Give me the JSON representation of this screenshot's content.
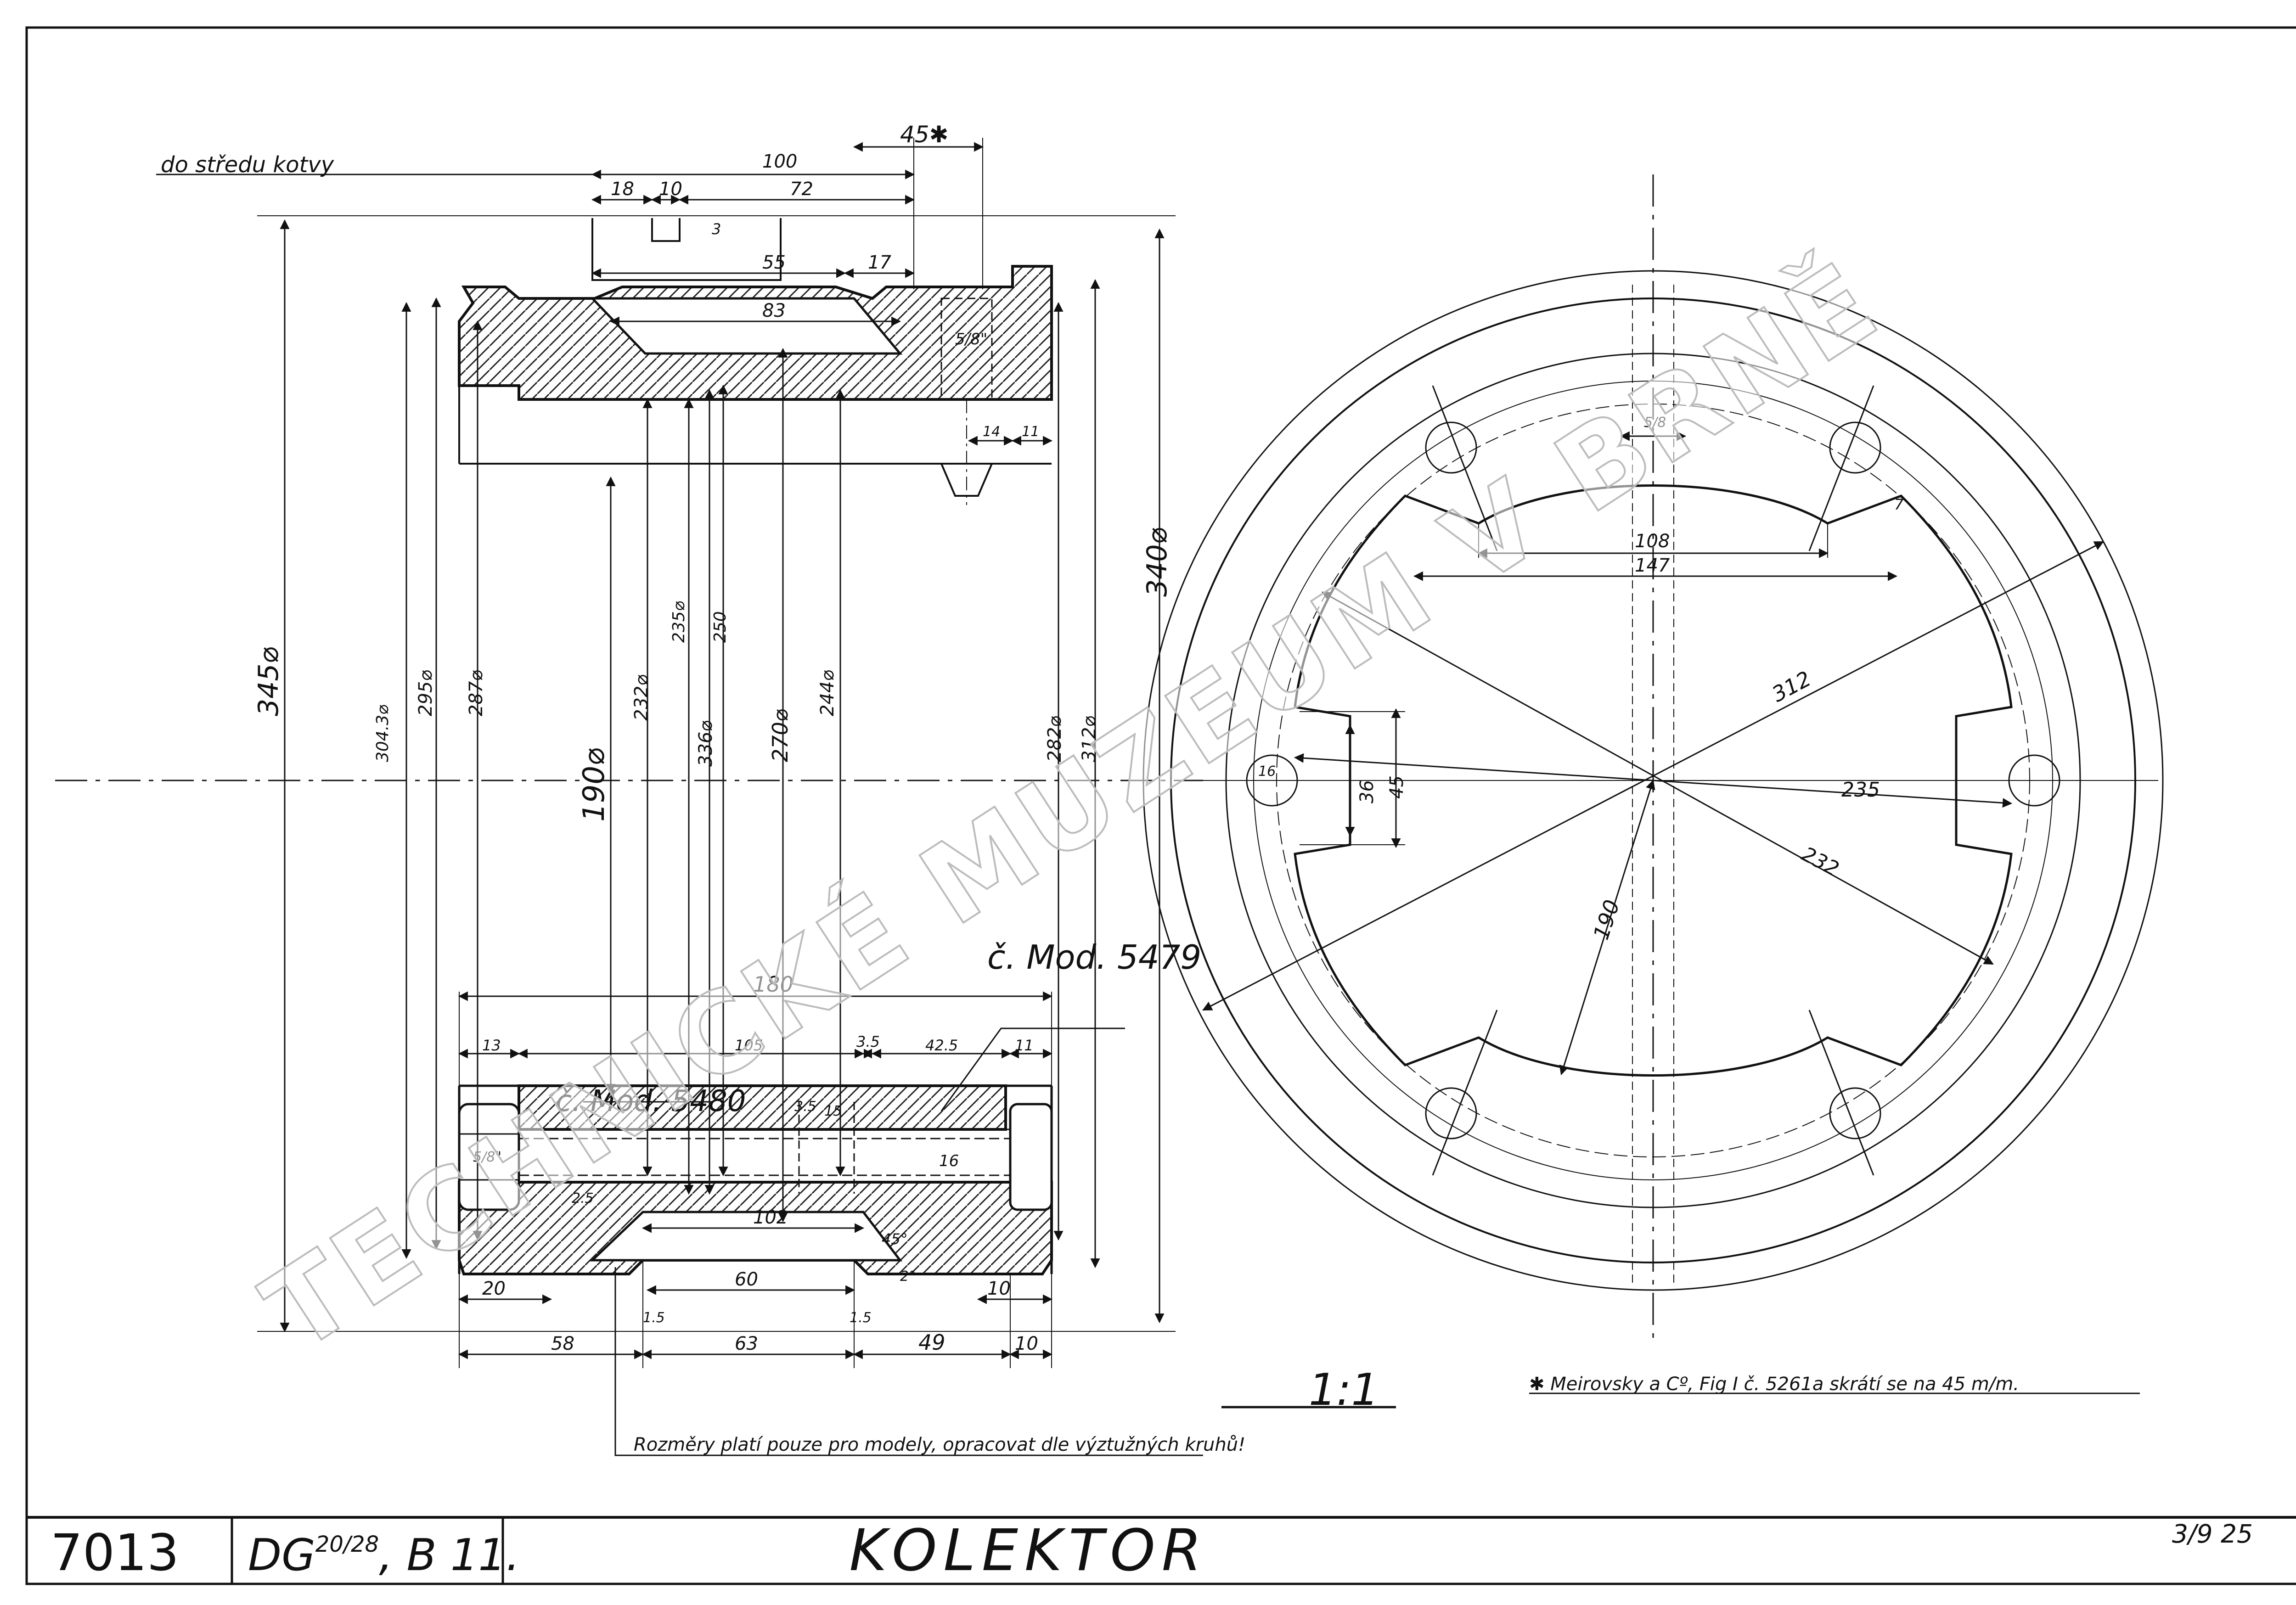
{
  "title_block": {
    "drawing_number": "7013",
    "type_code": "DG",
    "type_sup": "20/28",
    "type_rest": ", B 11.",
    "title": "KOLEKTOR",
    "date": "3/9 25"
  },
  "scale": "1:1",
  "watermark": "TECHNICKÉ MUZEUM V BRNĚ",
  "notes": {
    "top_left": "do středu kotvy",
    "footnote": "✱ Meirovsky a Cº, Fig I č. 5261a  skrátí se na 45 m/m.",
    "bottom": "Rozměry platí pouze pro modely, opracovat dle výztužných kruhů!"
  },
  "model_labels": {
    "upper": "č. Mod. 5479",
    "lower": "č. Mod. 5480"
  },
  "dims_section": {
    "top_100": "100",
    "top_45": "45✱",
    "d18": "18",
    "d10": "10",
    "d72": "72",
    "d3": "3",
    "d55": "55",
    "d17": "17",
    "d83": "83",
    "d5_8": "5/8\"",
    "d14": "14",
    "d11a": "11",
    "d345": "345⌀",
    "d304": "304.3⌀",
    "d295": "295⌀",
    "d287": "287⌀",
    "d190": "190⌀",
    "d232": "232⌀",
    "d2354": "235⌀",
    "d250": "250",
    "d336": "336⌀",
    "d270": "270⌀",
    "d244": "244⌀",
    "d282": "282⌀",
    "d312": "312⌀",
    "d340": "340⌀",
    "d180": "180",
    "d13": "13",
    "d105": "105",
    "d3_5a": "3.5",
    "d42_5": "42.5",
    "d11b": "11",
    "d3_5b": "3.5",
    "d15": "15",
    "d16": "16",
    "d5_8b": "5/8\"",
    "d2_5": "2.5",
    "d102": "102",
    "d45deg": "45°",
    "d2deg": "2°",
    "d20": "20",
    "d60": "60",
    "d1_5a": "1.5",
    "d1_5b": "1.5",
    "d10a": "10",
    "d58": "58",
    "d63": "63",
    "d49": "49",
    "d10b": "10"
  },
  "dims_circle": {
    "c5_8": "5/8",
    "c108": "108",
    "c147": "147",
    "c7": "7",
    "c312": "312",
    "c235": "235",
    "c232": "232",
    "c190": "190",
    "c16": "16",
    "c36": "36",
    "c45": "45"
  }
}
